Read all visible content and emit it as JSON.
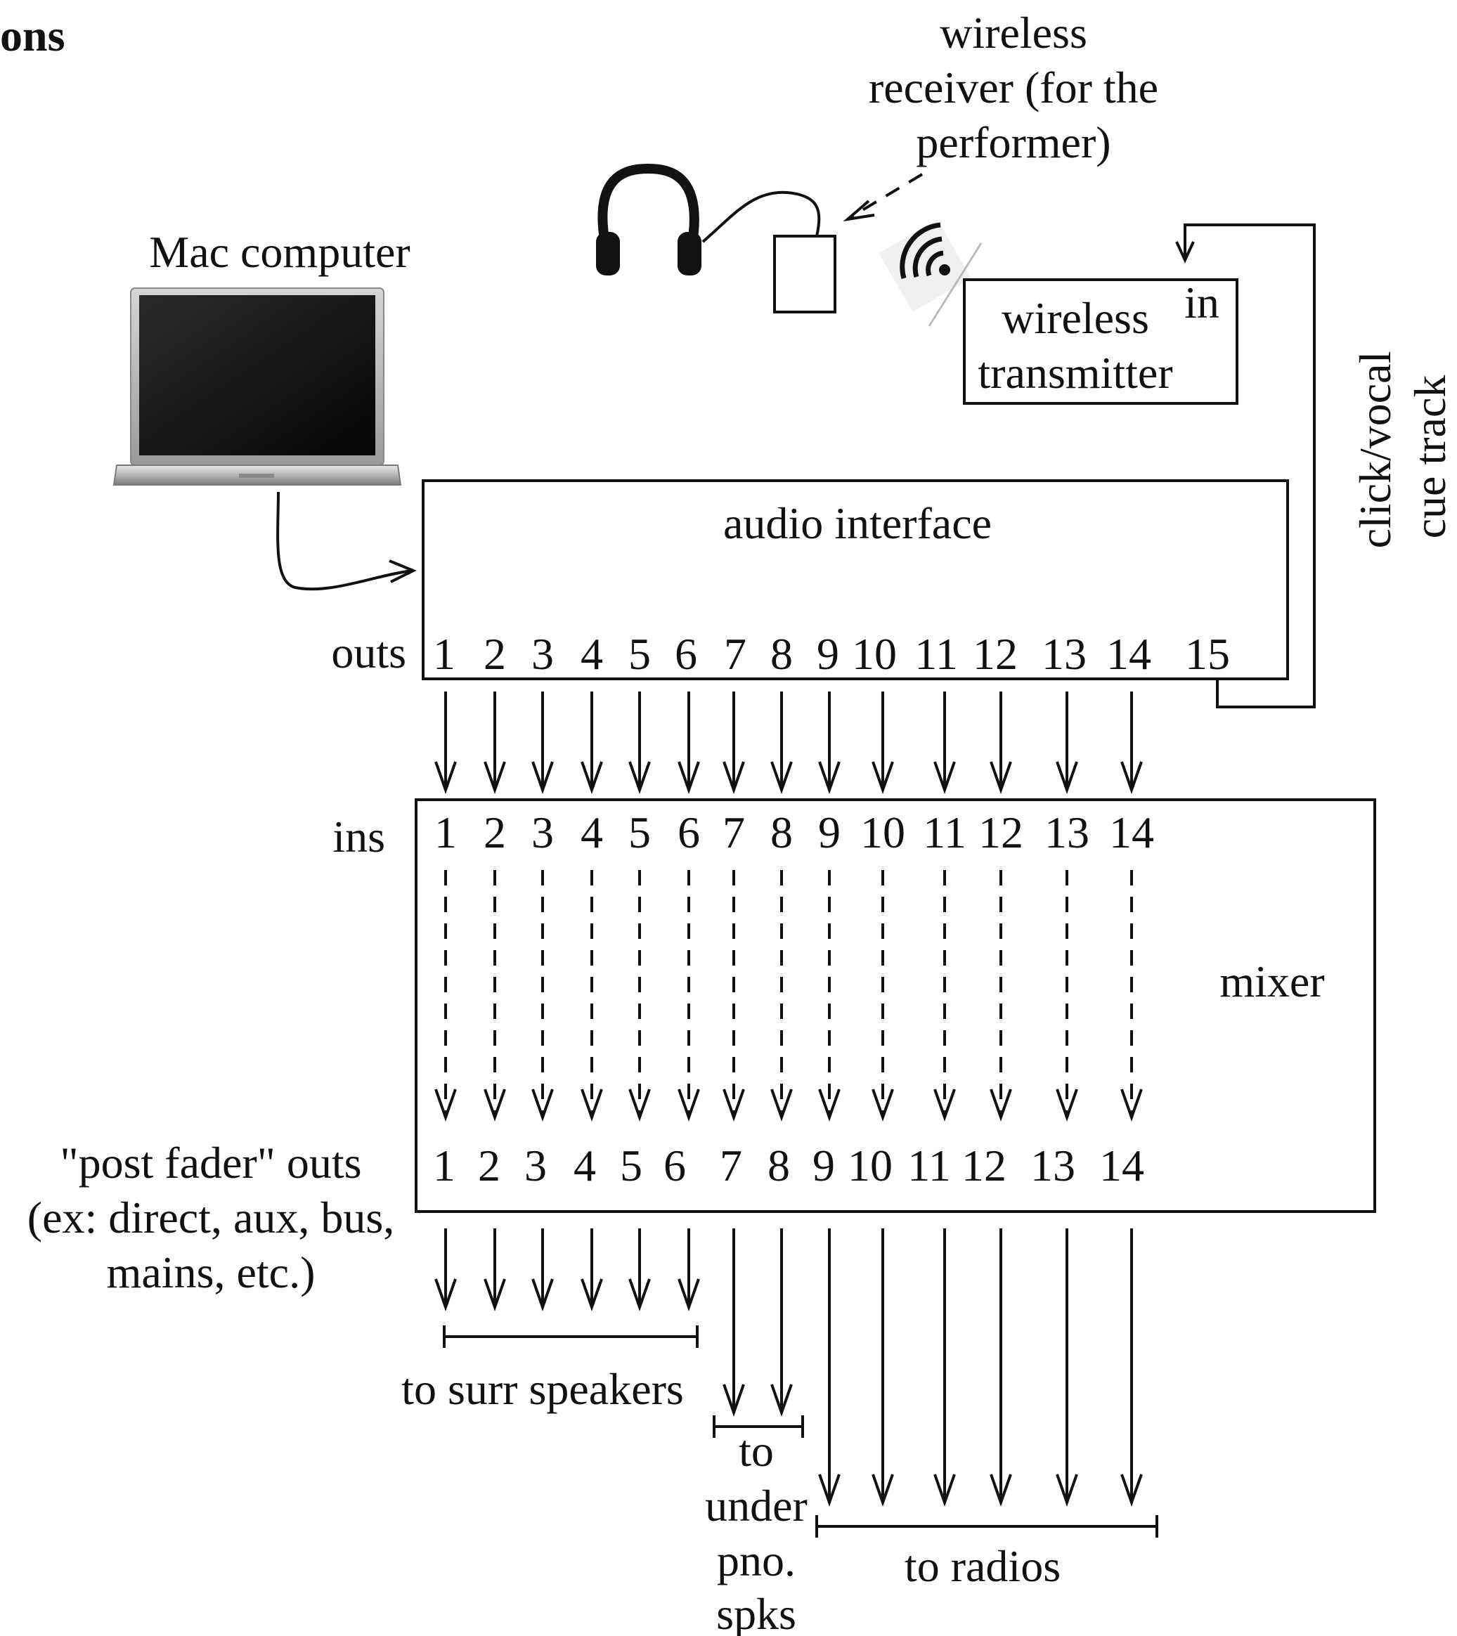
{
  "heading_fragment": "ons",
  "labels": {
    "mac": "Mac computer",
    "receiver_line1": "wireless",
    "receiver_line2": "receiver (for the",
    "receiver_line3": "performer)",
    "transmitter_line1": "wireless",
    "transmitter_line2": "transmitter",
    "transmitter_in": "in",
    "audio_interface": "audio interface",
    "outs": "outs",
    "ins": "ins",
    "mixer": "mixer",
    "cue_line1": "click/vocal",
    "cue_line2": "cue track",
    "post_line1": "\"post fader\" outs",
    "post_line2": "(ex: direct, aux, bus,",
    "post_line3": "mains, etc.)",
    "surr": "to surr speakers",
    "under_line1": "to",
    "under_line2": "under",
    "under_line3": "pno.",
    "under_line4": "spks",
    "radios": "to radios"
  },
  "interface_outs": [
    "1",
    "2",
    "3",
    "4",
    "5",
    "6",
    "7",
    "8",
    "9",
    "10",
    "11",
    "12",
    "13",
    "14",
    "15"
  ],
  "mixer_ins": [
    "1",
    "2",
    "3",
    "4",
    "5",
    "6",
    "7",
    "8",
    "9",
    "10",
    "11",
    "12",
    "13",
    "14"
  ],
  "mixer_outs": [
    "1",
    "2",
    "3",
    "4",
    "5",
    "6",
    "7",
    "8",
    "9",
    "10",
    "11",
    "12",
    "13",
    "14"
  ],
  "icons": {
    "laptop": "laptop-icon",
    "headphones": "headphones-icon",
    "receiver": "receiver-box-icon",
    "wireless_signal": "wireless-signal-icon"
  }
}
